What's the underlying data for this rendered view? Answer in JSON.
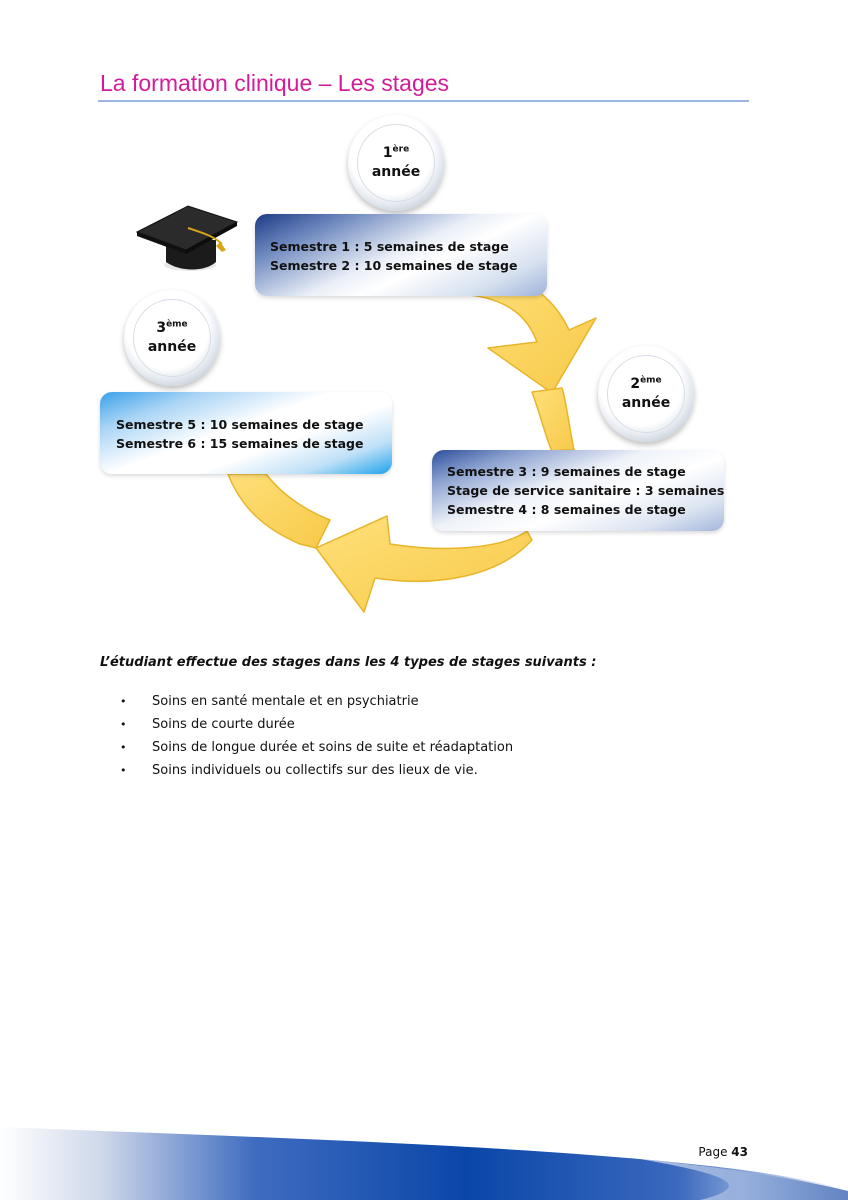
{
  "page": {
    "title": "La formation clinique – Les stages",
    "footer_label": "Page",
    "footer_number": "43"
  },
  "colors": {
    "title": "#d21c9b",
    "rule": "#9bb6e0",
    "arrow_fill": "#ffd75c",
    "arrow_edge": "#e8b52a",
    "footer_blue": "#0a46a8"
  },
  "icons": {
    "graduation_cap": "mortarboard-icon"
  },
  "cycle": {
    "years": [
      {
        "num": "1",
        "sup": "ère",
        "label": "année"
      },
      {
        "num": "2",
        "sup": "ème",
        "label": "année"
      },
      {
        "num": "3",
        "sup": "ème",
        "label": "année"
      }
    ],
    "boxes": [
      {
        "lines": [
          "Semestre 1 : 5 semaines de stage",
          "Semestre 2 : 10 semaines de stage"
        ]
      },
      {
        "lines": [
          "Semestre 3 : 9 semaines de stage",
          "Stage de service sanitaire : 3 semaines",
          "Semestre 4 : 8 semaines de stage"
        ]
      },
      {
        "lines": [
          "Semestre 5 : 10 semaines de stage",
          "Semestre 6 : 15 semaines de stage"
        ]
      }
    ]
  },
  "intro": "L’étudiant effectue des stages dans les 4 types de stages suivants :",
  "bullet_char": "•",
  "stage_types": [
    "Soins en santé mentale et en psychiatrie",
    "Soins de courte durée",
    "Soins de longue durée et soins de suite et réadaptation",
    "Soins individuels ou collectifs sur des lieux de vie."
  ]
}
